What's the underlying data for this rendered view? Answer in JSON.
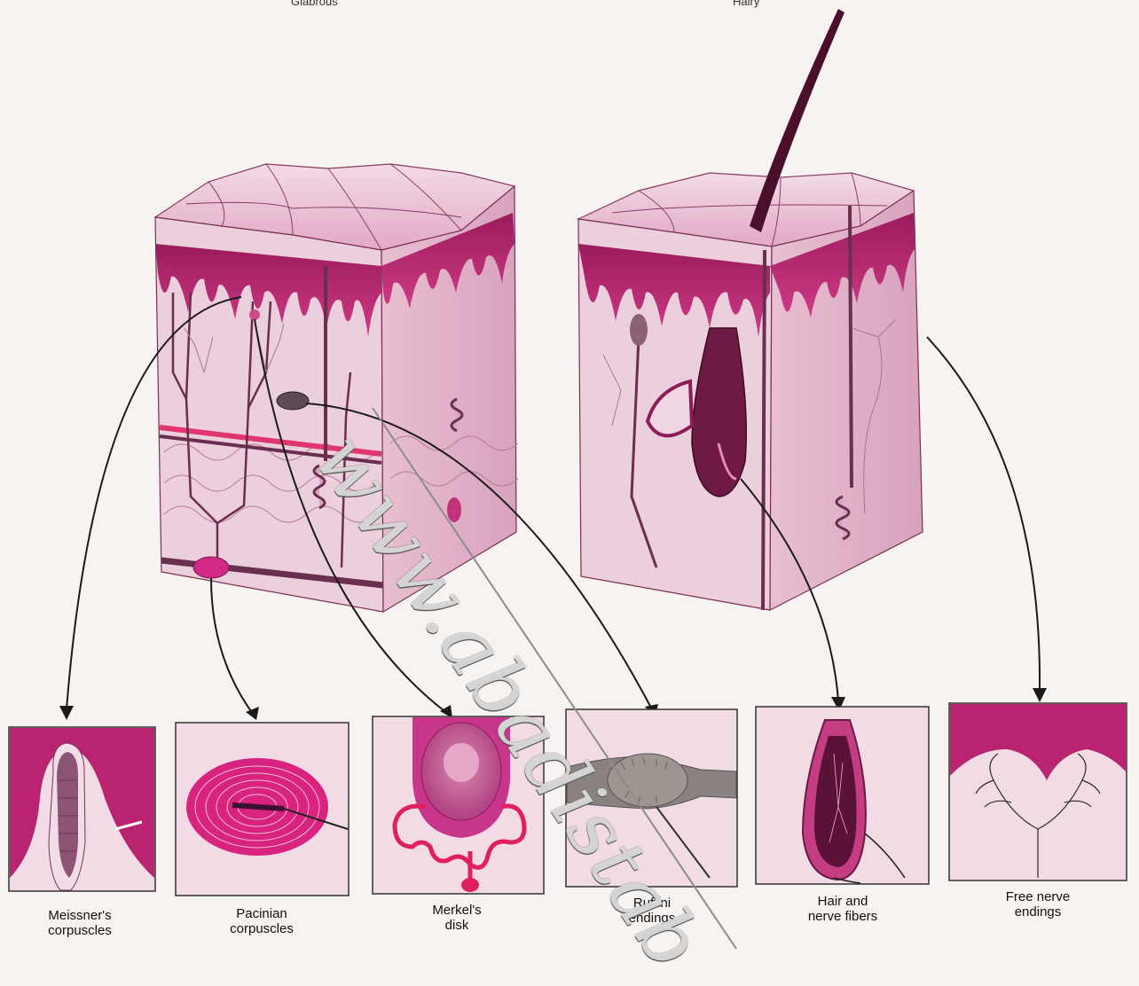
{
  "top_labels": [
    "Glabrous",
    "Hairy"
  ],
  "watermark": "www.abadistab",
  "panels": [
    {
      "line1": "Meissner's",
      "line2": "corpuscles"
    },
    {
      "line1": "Pacinian",
      "line2": "corpuscles"
    },
    {
      "line1": "Merkel's",
      "line2": "disk"
    },
    {
      "line1": "Ruffini",
      "line2": "endings"
    },
    {
      "line1": "Hair and",
      "line2": "nerve fibers"
    },
    {
      "line1": "Free nerve",
      "line2": "endings"
    }
  ],
  "colors": {
    "epidermis": "#b8246f",
    "skin_light": "#ecc7d6",
    "skin_mid": "#d98db2",
    "nerve": "#6a2e4e",
    "vessel": "#e0356f",
    "hair": "#4a0f2a"
  }
}
